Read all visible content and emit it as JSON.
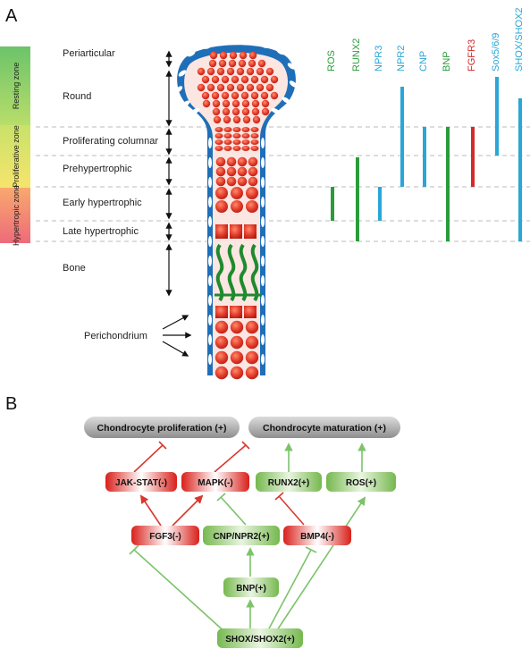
{
  "panel_a": {
    "letter": "A",
    "zone_bars": [
      {
        "text": "Resting zone",
        "color_top": "#6cc36a",
        "color_bottom": "#b8de6a"
      },
      {
        "text": "Proliferative zone",
        "color_top": "#c9e26a",
        "color_bottom": "#f6e46c"
      },
      {
        "text": "Hypertropic zone",
        "color_top": "#f8a96f",
        "color_bottom": "#ee6b7a"
      }
    ],
    "layers": [
      "Periarticular",
      "Round",
      "Proliferating columnar",
      "Prehypertrophic",
      "Early hypertrophic",
      "Late hypertrophic",
      "Bone"
    ],
    "perichondrium_label": "Perichondrium",
    "genes": [
      {
        "name": "ROS",
        "color": "#2a9c3a"
      },
      {
        "name": "RUNX2",
        "color": "#2a9c3a"
      },
      {
        "name": "NPR3",
        "color": "#2aa6d8"
      },
      {
        "name": "NPR2",
        "color": "#2aa6d8"
      },
      {
        "name": "CNP",
        "color": "#2aa6d8"
      },
      {
        "name": "BNP",
        "color": "#2a9c3a"
      },
      {
        "name": "FGFR3",
        "color": "#d42a2a"
      },
      {
        "name": "Sox5/6/9",
        "color": "#2aa6d8"
      },
      {
        "name": "SHOX/SHOX2",
        "color": "#2aa6d8"
      }
    ],
    "colors": {
      "growth_plate_blue": "#1f6fb8",
      "cell_red": "#e23a2a",
      "bone_green": "#1f8a2e"
    }
  },
  "panel_b": {
    "letter": "B",
    "nodes": {
      "prolif": "Chondrocyte proliferation (+)",
      "matur": "Chondrocyte maturation (+)",
      "jak": "JAK-STAT(-)",
      "mapk": "MAPK(-)",
      "runx2": "RUNX2(+)",
      "ros": "ROS(+)",
      "fgf3": "FGF3(-)",
      "cnp": "CNP/NPR2(+)",
      "bmp4": "BMP4(-)",
      "bnp": "BNP(+)",
      "shox": "SHOX/SHOX2(+)"
    },
    "colors": {
      "inhibit": "#d9382f",
      "activate": "#7cc36a",
      "top_node": "#9a9a9a"
    }
  }
}
